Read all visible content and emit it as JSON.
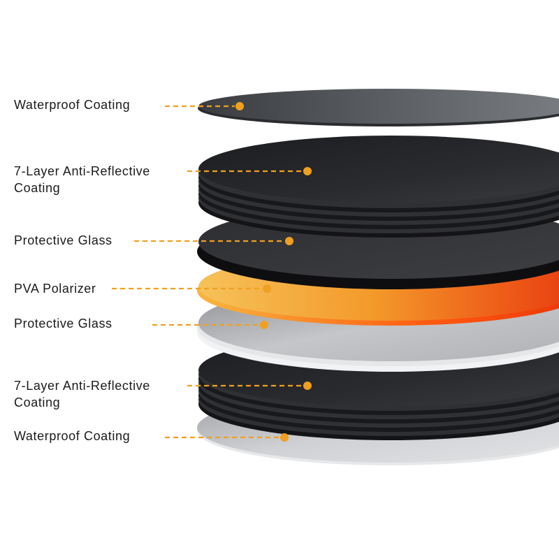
{
  "diagram": {
    "accent_color": "#f0a020",
    "layers": [
      {
        "label": "Waterproof Coating"
      },
      {
        "label": "7-Layer Anti-Reflective\nCoating"
      },
      {
        "label": "Protective Glass"
      },
      {
        "label": "PVA Polarizer"
      },
      {
        "label": "Protective Glass"
      },
      {
        "label": "7-Layer Anti-Reflective\nCoating"
      },
      {
        "label": "Waterproof Coating"
      }
    ]
  }
}
